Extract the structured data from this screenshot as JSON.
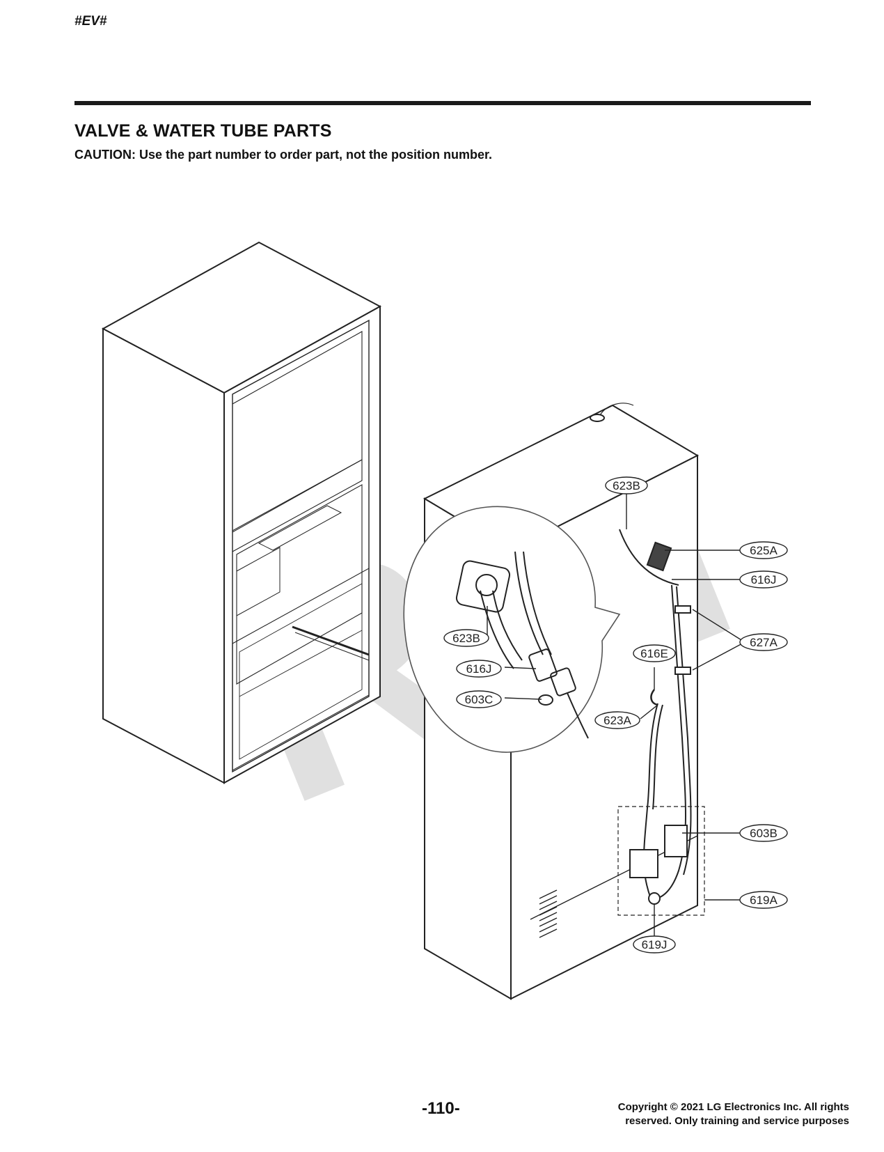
{
  "header": {
    "tag": "#EV#"
  },
  "section": {
    "title": "VALVE & WATER TUBE PARTS",
    "caution": "CAUTION: Use the part number to order part, not the position number."
  },
  "watermark": "RPI",
  "callouts": [
    {
      "id": "623B-main",
      "label": "623B"
    },
    {
      "id": "625A",
      "label": "625A"
    },
    {
      "id": "616J-main",
      "label": "616J"
    },
    {
      "id": "627A",
      "label": "627A"
    },
    {
      "id": "616E",
      "label": "616E"
    },
    {
      "id": "623A",
      "label": "623A"
    },
    {
      "id": "603B",
      "label": "603B"
    },
    {
      "id": "619A",
      "label": "619A"
    },
    {
      "id": "619J",
      "label": "619J"
    },
    {
      "id": "623B-detail",
      "label": "623B"
    },
    {
      "id": "616J-detail",
      "label": "616J"
    },
    {
      "id": "603C",
      "label": "603C"
    }
  ],
  "footer": {
    "page_number": "-110-",
    "copyright_line1": "Copyright © 2021 LG Electronics Inc. All rights",
    "copyright_line2": "reserved. Only training and service purposes"
  }
}
